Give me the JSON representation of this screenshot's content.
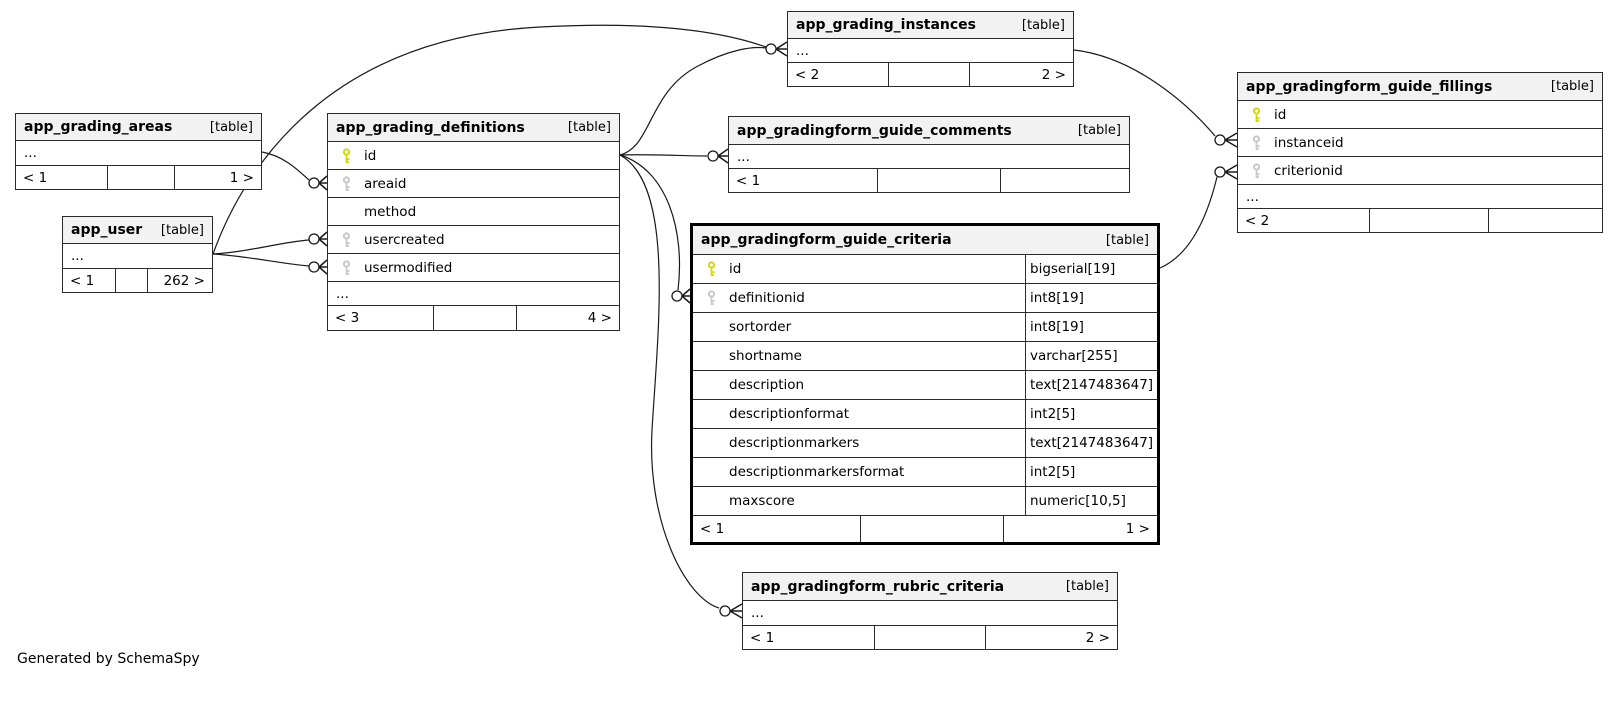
{
  "diagram": {
    "generator_note": "Generated by SchemaSpy",
    "colors": {
      "background": "#ffffff",
      "header_bg": "#f2f2f2",
      "border": "#2b2b2b",
      "highlight_border": "#000000",
      "primary_key_icon": "#d4d40b",
      "foreign_key_icon": "#c8c8c8",
      "edge": "#1a1a1a"
    }
  },
  "tables": [
    {
      "name": "app_grading_areas",
      "tag": "[table]",
      "highlighted": false,
      "columns": [
        {
          "name": "...",
          "key": null,
          "type": null
        }
      ],
      "footer": {
        "left": "< 1",
        "mid": "",
        "right": "1 >"
      }
    },
    {
      "name": "app_user",
      "tag": "[table]",
      "highlighted": false,
      "columns": [
        {
          "name": "...",
          "key": null,
          "type": null
        }
      ],
      "footer": {
        "left": "< 1",
        "mid": "",
        "right": "262 >"
      }
    },
    {
      "name": "app_grading_definitions",
      "tag": "[table]",
      "highlighted": false,
      "columns": [
        {
          "name": "id",
          "key": "pk",
          "type": null
        },
        {
          "name": "areaid",
          "key": "fk",
          "type": null
        },
        {
          "name": "method",
          "key": null,
          "type": null
        },
        {
          "name": "usercreated",
          "key": "fk",
          "type": null
        },
        {
          "name": "usermodified",
          "key": "fk",
          "type": null
        },
        {
          "name": "...",
          "key": null,
          "type": null
        }
      ],
      "footer": {
        "left": "< 3",
        "mid": "",
        "right": "4 >"
      }
    },
    {
      "name": "app_grading_instances",
      "tag": "[table]",
      "highlighted": false,
      "columns": [
        {
          "name": "...",
          "key": null,
          "type": null
        }
      ],
      "footer": {
        "left": "< 2",
        "mid": "",
        "right": "2 >"
      }
    },
    {
      "name": "app_gradingform_guide_comments",
      "tag": "[table]",
      "highlighted": false,
      "columns": [
        {
          "name": "...",
          "key": null,
          "type": null
        }
      ],
      "footer": {
        "left": "< 1",
        "mid": "",
        "right": ""
      }
    },
    {
      "name": "app_gradingform_guide_criteria",
      "tag": "[table]",
      "highlighted": true,
      "columns": [
        {
          "name": "id",
          "key": "pk",
          "type": "bigserial[19]"
        },
        {
          "name": "definitionid",
          "key": "fk",
          "type": "int8[19]"
        },
        {
          "name": "sortorder",
          "key": null,
          "type": "int8[19]"
        },
        {
          "name": "shortname",
          "key": null,
          "type": "varchar[255]"
        },
        {
          "name": "description",
          "key": null,
          "type": "text[2147483647]"
        },
        {
          "name": "descriptionformat",
          "key": null,
          "type": "int2[5]"
        },
        {
          "name": "descriptionmarkers",
          "key": null,
          "type": "text[2147483647]"
        },
        {
          "name": "descriptionmarkersformat",
          "key": null,
          "type": "int2[5]"
        },
        {
          "name": "maxscore",
          "key": null,
          "type": "numeric[10,5]"
        }
      ],
      "footer": {
        "left": "< 1",
        "mid": "",
        "right": "1 >"
      }
    },
    {
      "name": "app_gradingform_guide_fillings",
      "tag": "[table]",
      "highlighted": false,
      "columns": [
        {
          "name": "id",
          "key": "pk",
          "type": null
        },
        {
          "name": "instanceid",
          "key": "fk",
          "type": null
        },
        {
          "name": "criterionid",
          "key": "fk",
          "type": null
        },
        {
          "name": "...",
          "key": null,
          "type": null
        }
      ],
      "footer": {
        "left": "< 2",
        "mid": "",
        "right": ""
      }
    },
    {
      "name": "app_gradingform_rubric_criteria",
      "tag": "[table]",
      "highlighted": false,
      "columns": [
        {
          "name": "...",
          "key": null,
          "type": null
        }
      ],
      "footer": {
        "left": "< 1",
        "mid": "",
        "right": "2 >"
      }
    }
  ],
  "relationships": [
    {
      "fk": "app_grading_definitions.areaid",
      "references": "app_grading_areas"
    },
    {
      "fk": "app_grading_definitions.usercreated",
      "references": "app_user"
    },
    {
      "fk": "app_grading_definitions.usermodified",
      "references": "app_user"
    },
    {
      "fk": "app_grading_instances",
      "references": "app_user"
    },
    {
      "fk": "app_grading_instances",
      "references": "app_grading_definitions.id"
    },
    {
      "fk": "app_gradingform_guide_comments",
      "references": "app_grading_definitions.id"
    },
    {
      "fk": "app_gradingform_guide_criteria.definitionid",
      "references": "app_grading_definitions.id"
    },
    {
      "fk": "app_gradingform_rubric_criteria",
      "references": "app_grading_definitions.id"
    },
    {
      "fk": "app_gradingform_guide_fillings.instanceid",
      "references": "app_grading_instances"
    },
    {
      "fk": "app_gradingform_guide_fillings.criterionid",
      "references": "app_gradingform_guide_criteria.id"
    }
  ]
}
